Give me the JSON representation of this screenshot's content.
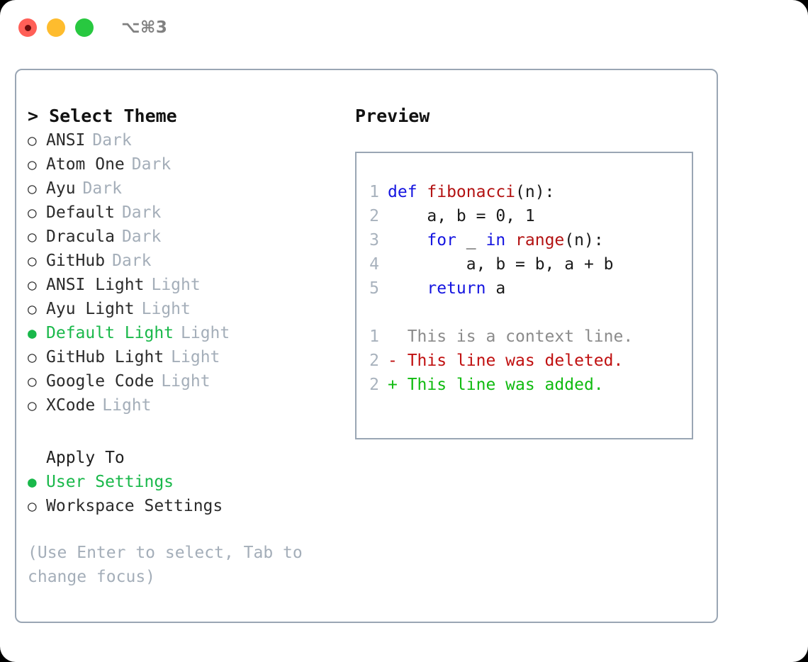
{
  "titlebar": {
    "shortcut": "⌥⌘3",
    "lights": [
      {
        "name": "close",
        "color": "#ff5f57"
      },
      {
        "name": "minimize",
        "color": "#febc2e"
      },
      {
        "name": "maximize",
        "color": "#28c840"
      }
    ]
  },
  "theme_list": {
    "header": "> Select Theme",
    "selected": "Default Light",
    "items": [
      {
        "bullet": "○",
        "label": "ANSI",
        "tag": "Dark",
        "selected": false
      },
      {
        "bullet": "○",
        "label": "Atom One",
        "tag": "Dark",
        "selected": false
      },
      {
        "bullet": "○",
        "label": "Ayu",
        "tag": "Dark",
        "selected": false
      },
      {
        "bullet": "○",
        "label": "Default",
        "tag": "Dark",
        "selected": false
      },
      {
        "bullet": "○",
        "label": "Dracula",
        "tag": "Dark",
        "selected": false
      },
      {
        "bullet": "○",
        "label": "GitHub",
        "tag": "Dark",
        "selected": false
      },
      {
        "bullet": "○",
        "label": "ANSI Light",
        "tag": "Light",
        "selected": false
      },
      {
        "bullet": "○",
        "label": "Ayu Light",
        "tag": "Light",
        "selected": false
      },
      {
        "bullet": "●",
        "label": "Default Light",
        "tag": "Light",
        "selected": true
      },
      {
        "bullet": "○",
        "label": "GitHub Light",
        "tag": "Light",
        "selected": false
      },
      {
        "bullet": "○",
        "label": "Google Code",
        "tag": "Light",
        "selected": false
      },
      {
        "bullet": "○",
        "label": "XCode",
        "tag": "Light",
        "selected": false
      }
    ]
  },
  "apply_to": {
    "title": "Apply To",
    "selected": "User Settings",
    "items": [
      {
        "bullet": "●",
        "label": "User Settings",
        "selected": true
      },
      {
        "bullet": "○",
        "label": "Workspace Settings",
        "selected": false
      }
    ]
  },
  "hint": "(Use Enter to select, Tab to change focus)",
  "preview": {
    "title": "Preview",
    "code_lines": [
      {
        "lineno": "1",
        "tokens": [
          {
            "text": "def ",
            "kind": "kw"
          },
          {
            "text": "fibonacci",
            "kind": "fn"
          },
          {
            "text": "(n):",
            "kind": "pl"
          }
        ]
      },
      {
        "lineno": "2",
        "tokens": [
          {
            "text": "    a, b = 0, 1",
            "kind": "pl"
          }
        ]
      },
      {
        "lineno": "3",
        "tokens": [
          {
            "text": "    ",
            "kind": "pl"
          },
          {
            "text": "for",
            "kind": "kw"
          },
          {
            "text": " _ ",
            "kind": "pl"
          },
          {
            "text": "in ",
            "kind": "kw"
          },
          {
            "text": "range",
            "kind": "fn"
          },
          {
            "text": "(n):",
            "kind": "pl"
          }
        ]
      },
      {
        "lineno": "4",
        "tokens": [
          {
            "text": "        a, b = b, a + b",
            "kind": "pl"
          }
        ]
      },
      {
        "lineno": "5",
        "tokens": [
          {
            "text": "    ",
            "kind": "pl"
          },
          {
            "text": "return",
            "kind": "kw"
          },
          {
            "text": " a",
            "kind": "pl"
          }
        ]
      }
    ],
    "diff_lines": [
      {
        "lineno": "1",
        "marker": " ",
        "text": "  This is a context line.",
        "kind": "ctx"
      },
      {
        "lineno": "2",
        "marker": "-",
        "text": "- This line was deleted.",
        "kind": "del"
      },
      {
        "lineno": "2",
        "marker": "+",
        "text": "+ This line was added.",
        "kind": "add"
      }
    ]
  },
  "colors": {
    "accent_green": "#19b84a",
    "muted": "#a4aeb9",
    "border": "#9aa6b4",
    "keyword": "#1414e0",
    "function": "#b31212",
    "diff_delete": "#c01010",
    "diff_add": "#10bb10",
    "background": "#ffffff"
  }
}
